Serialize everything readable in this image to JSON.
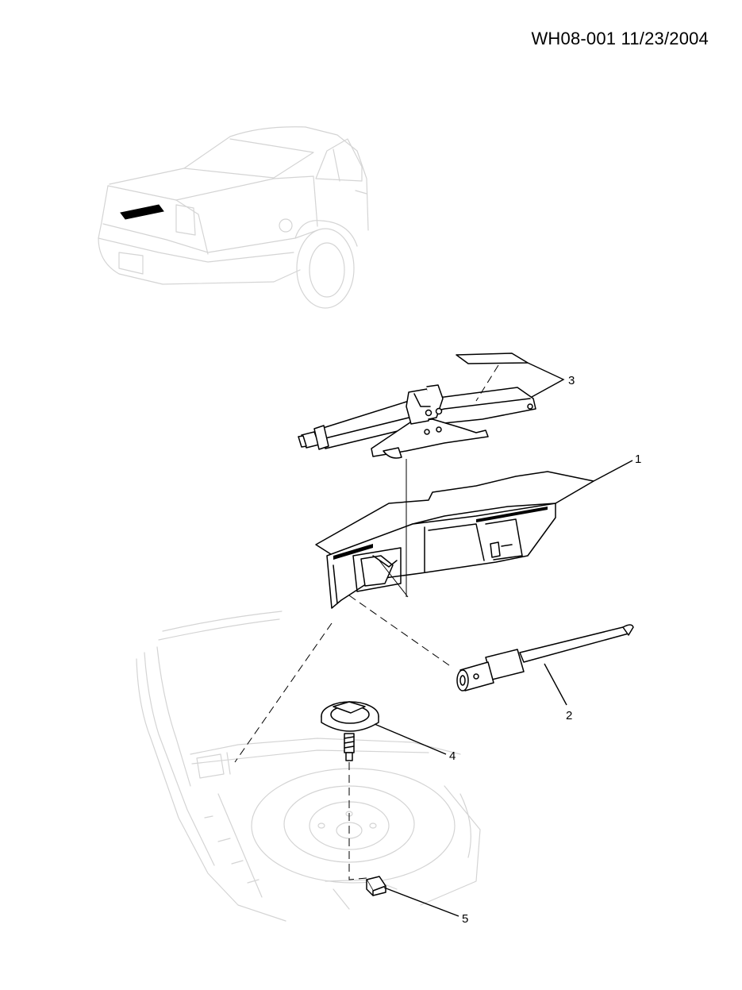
{
  "header": {
    "reference": "WH08-001 11/23/2004"
  },
  "callouts": [
    {
      "id": "1",
      "label": "1"
    },
    {
      "id": "2",
      "label": "2"
    },
    {
      "id": "3",
      "label": "3"
    },
    {
      "id": "4",
      "label": "4"
    },
    {
      "id": "5",
      "label": "5"
    }
  ],
  "colors": {
    "ink": "#000000",
    "ghost": "#d4d4d4",
    "highlight": "#000000"
  },
  "icons": [
    "vehicle-rear-silhouette",
    "trunk-floor-silhouette",
    "scissor-jack",
    "jack-storage-tray",
    "jack-handle-wrench",
    "wing-bolt",
    "clip-nut"
  ]
}
